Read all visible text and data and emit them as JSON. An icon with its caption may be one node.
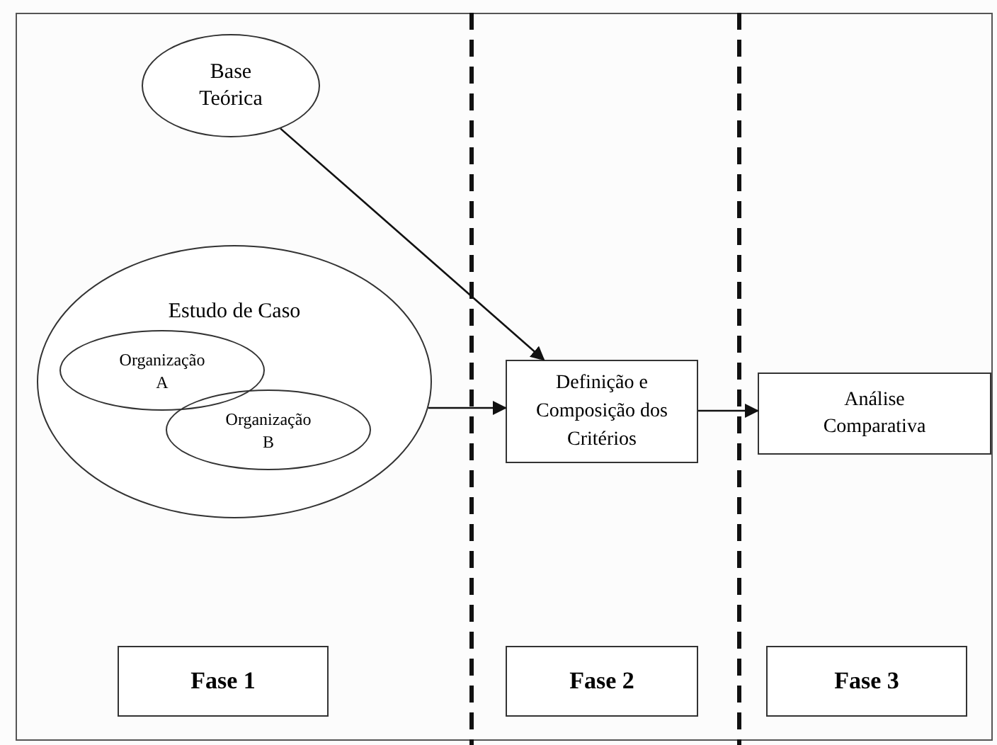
{
  "diagram": {
    "nodes": [
      {
        "text": [
          "Base Teórica"
        ]
      },
      {
        "text": [
          "Estudo de Caso"
        ]
      },
      {
        "text": [
          "Organização A"
        ],
        "in": 1
      },
      {
        "text": [
          "Organização B"
        ],
        "in": 1
      },
      {
        "text": [
          "Definição e Composição dos Critérios"
        ]
      },
      {
        "text": [
          "Análise Comparativa"
        ]
      },
      {
        "text": [
          "Fase 1"
        ]
      },
      {
        "text": [
          "Fase 2"
        ]
      },
      {
        "text": [
          "Fase 3"
        ]
      }
    ],
    "edges": [
      {
        "from": 0,
        "to": 4,
        "arrow": "to"
      },
      {
        "from": 1,
        "to": 4,
        "arrow": "to"
      },
      {
        "from": 4,
        "to": 5,
        "arrow": "to"
      }
    ]
  }
}
